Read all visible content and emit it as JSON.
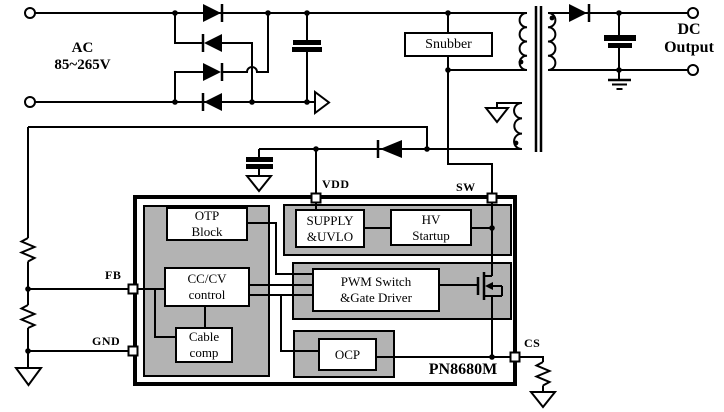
{
  "colors": {
    "wire": "#000000",
    "block_fill": "#b3b3b3",
    "background": "#ffffff"
  },
  "ac_input": {
    "line1": "AC",
    "line2": "85~265V"
  },
  "dc_output": {
    "line1": "DC",
    "line2": "Output"
  },
  "snubber": {
    "label": "Snubber"
  },
  "ic": {
    "part_number": "PN8680M",
    "pins": {
      "vdd": "VDD",
      "sw": "SW",
      "fb": "FB",
      "gnd": "GND",
      "cs": "CS"
    },
    "blocks": {
      "otp": {
        "line1": "OTP",
        "line2": "Block"
      },
      "cccv": {
        "line1": "CC/CV",
        "line2": "control"
      },
      "cable": {
        "line1": "Cable",
        "line2": "comp"
      },
      "supply": {
        "line1": "SUPPLY",
        "line2": "&UVLO"
      },
      "hv": {
        "line1": "HV",
        "line2": "Startup"
      },
      "pwm": {
        "line1": "PWM Switch",
        "line2": "&Gate Driver"
      },
      "ocp": {
        "label": "OCP"
      }
    }
  }
}
